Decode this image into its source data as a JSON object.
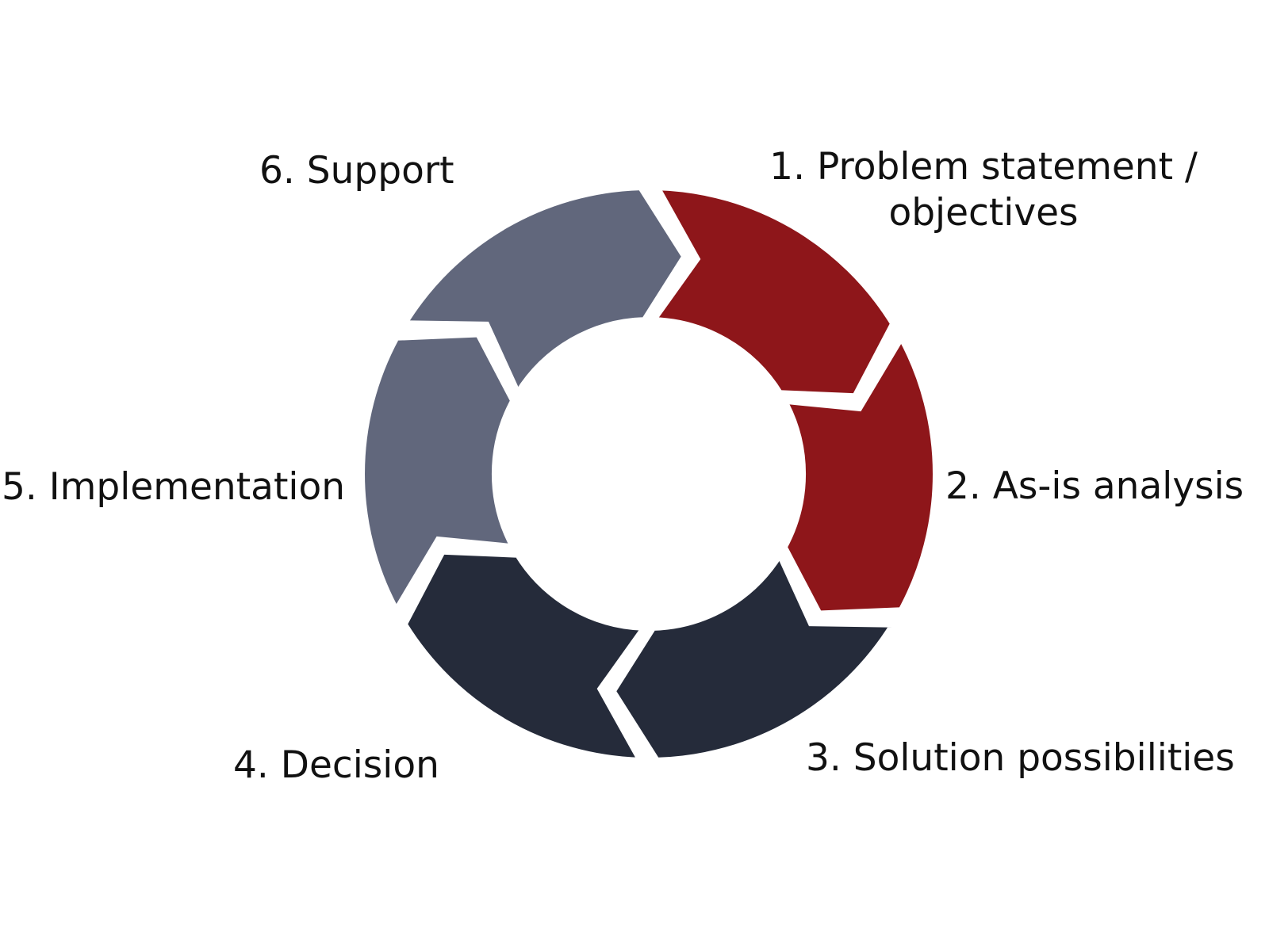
{
  "steps": [
    {
      "number": "1.",
      "title_line1": "Problem statement /",
      "title_line2": "objectives",
      "color": "#8e161a"
    },
    {
      "number": "2.",
      "title_line1": "As-is analysis",
      "color": "#8e161a"
    },
    {
      "number": "3.",
      "title_line1": "Solution possibilities",
      "color": "#252b3a"
    },
    {
      "number": "4.",
      "title_line1": "Decision",
      "color": "#252b3a"
    },
    {
      "number": "5.",
      "title_line1": "Implementation",
      "color": "#61677c"
    },
    {
      "number": "6.",
      "title_line1": "Support",
      "color": "#61677c"
    }
  ],
  "labels": {
    "step1_line1": "1. Problem statement /",
    "step1_line2": "objectives",
    "step2": "2. As-is analysis",
    "step3": "3. Solution possibilities",
    "step4": "4. Decision",
    "step5": "5. Implementation",
    "step6": "6. Support"
  },
  "colors": {
    "red": "#8e161a",
    "dark_navy": "#252b3a",
    "slate": "#61677c",
    "separator": "#ffffff"
  }
}
